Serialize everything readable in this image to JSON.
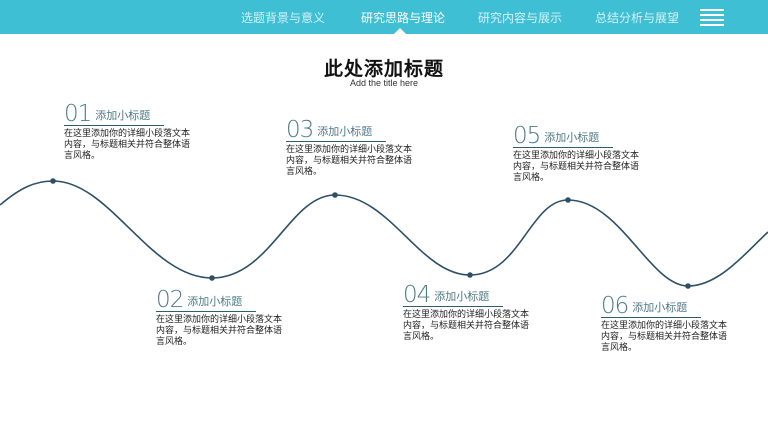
{
  "nav": {
    "items": [
      {
        "label": "选题背景与意义",
        "active": false
      },
      {
        "label": "研究思路与理论",
        "active": true
      },
      {
        "label": "研究内容与展示",
        "active": false
      },
      {
        "label": "总结分析与展望",
        "active": false
      }
    ],
    "menu_icon": "hamburger-icon"
  },
  "page": {
    "title": "此处添加标题",
    "subtitle": "Add the title here"
  },
  "timeline": [
    {
      "num": "01",
      "title": "添加小标题",
      "text": "在这里添加你的详细小段落文本内容，与标题相关并符合整体语言风格。"
    },
    {
      "num": "02",
      "title": "添加小标题",
      "text": "在这里添加你的详细小段落文本内容，与标题相关并符合整体语言风格。"
    },
    {
      "num": "03",
      "title": "添加小标题",
      "text": "在这里添加你的详细小段落文本内容，与标题相关并符合整体语言风格。"
    },
    {
      "num": "04",
      "title": "添加小标题",
      "text": "在这里添加你的详细小段落文本内容，与标题相关并符合整体语言风格。"
    },
    {
      "num": "05",
      "title": "添加小标题",
      "text": "在这里添加你的详细小段落文本内容，与标题相关并符合整体语言风格。"
    },
    {
      "num": "06",
      "title": "添加小标题",
      "text": "在这里添加你的详细小段落文本内容，与标题相关并符合整体语言风格。"
    }
  ],
  "colors": {
    "accent": "#3fbfd3",
    "line": "#2e4f66",
    "heading": "#4f7a87"
  }
}
